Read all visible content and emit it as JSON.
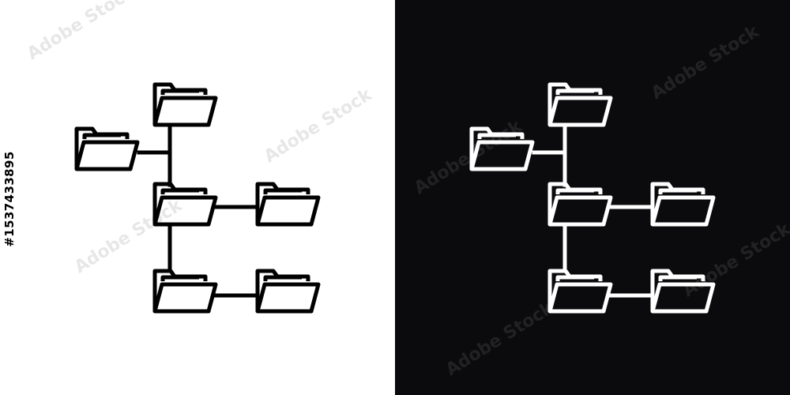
{
  "colors": {
    "light_background": "#ffffff",
    "light_stroke": "#000000",
    "dark_background": "#0b0b0d",
    "dark_stroke": "#ffffff"
  },
  "icon": "folder-hierarchy-tree-icon",
  "folder_count": 6,
  "watermark_text": "Adobe Stock",
  "stock_id": "#1537433895"
}
